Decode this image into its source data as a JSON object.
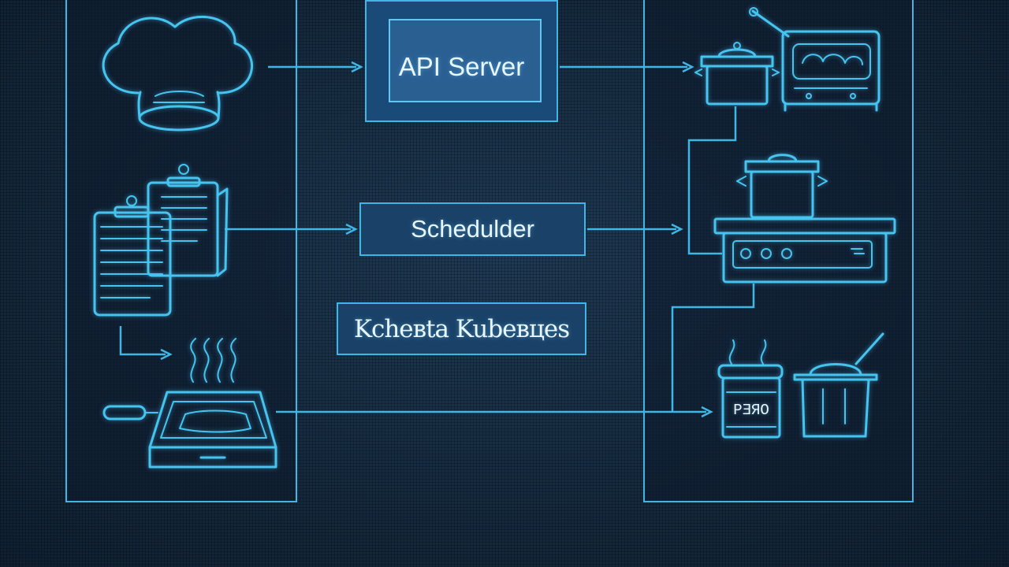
{
  "diagram": {
    "nodes": {
      "api_server": "API Server",
      "scheduler": "Schedulder",
      "kubernetes": "Kcheвta Kubeвцеs",
      "jar": "PƎЯO"
    },
    "colors": {
      "accent": "#45c4f0",
      "lane_border": "#3fb7e6",
      "box_fill": "#1a4268",
      "background": "#15273a"
    }
  }
}
